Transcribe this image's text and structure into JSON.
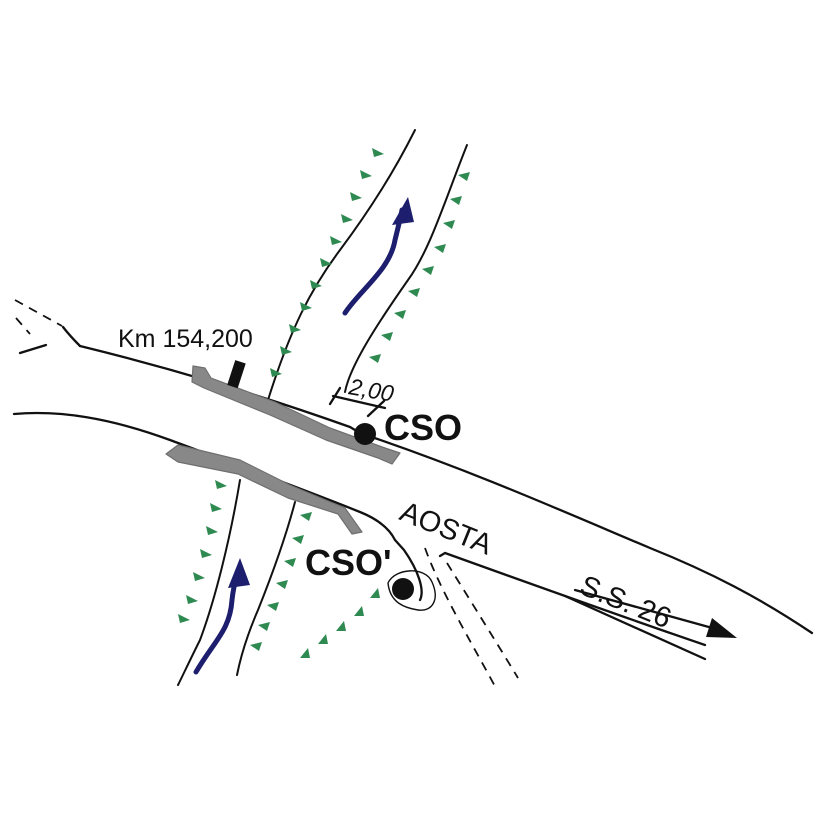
{
  "labels": {
    "km": "Km 154,200",
    "dimension": "2,00",
    "point_main": "CSO",
    "point_alt": "CSO'",
    "road_name": "AOSTA",
    "road_code": "S.S. 26"
  },
  "colors": {
    "line": "#111111",
    "river_flow": "#1d1e6e",
    "bridge": "#888888",
    "embankment": "#2f8a52"
  },
  "icons": [
    "flow-arrow-icon",
    "direction-arrow-icon",
    "point-marker-icon",
    "embankment-tick-icon"
  ]
}
